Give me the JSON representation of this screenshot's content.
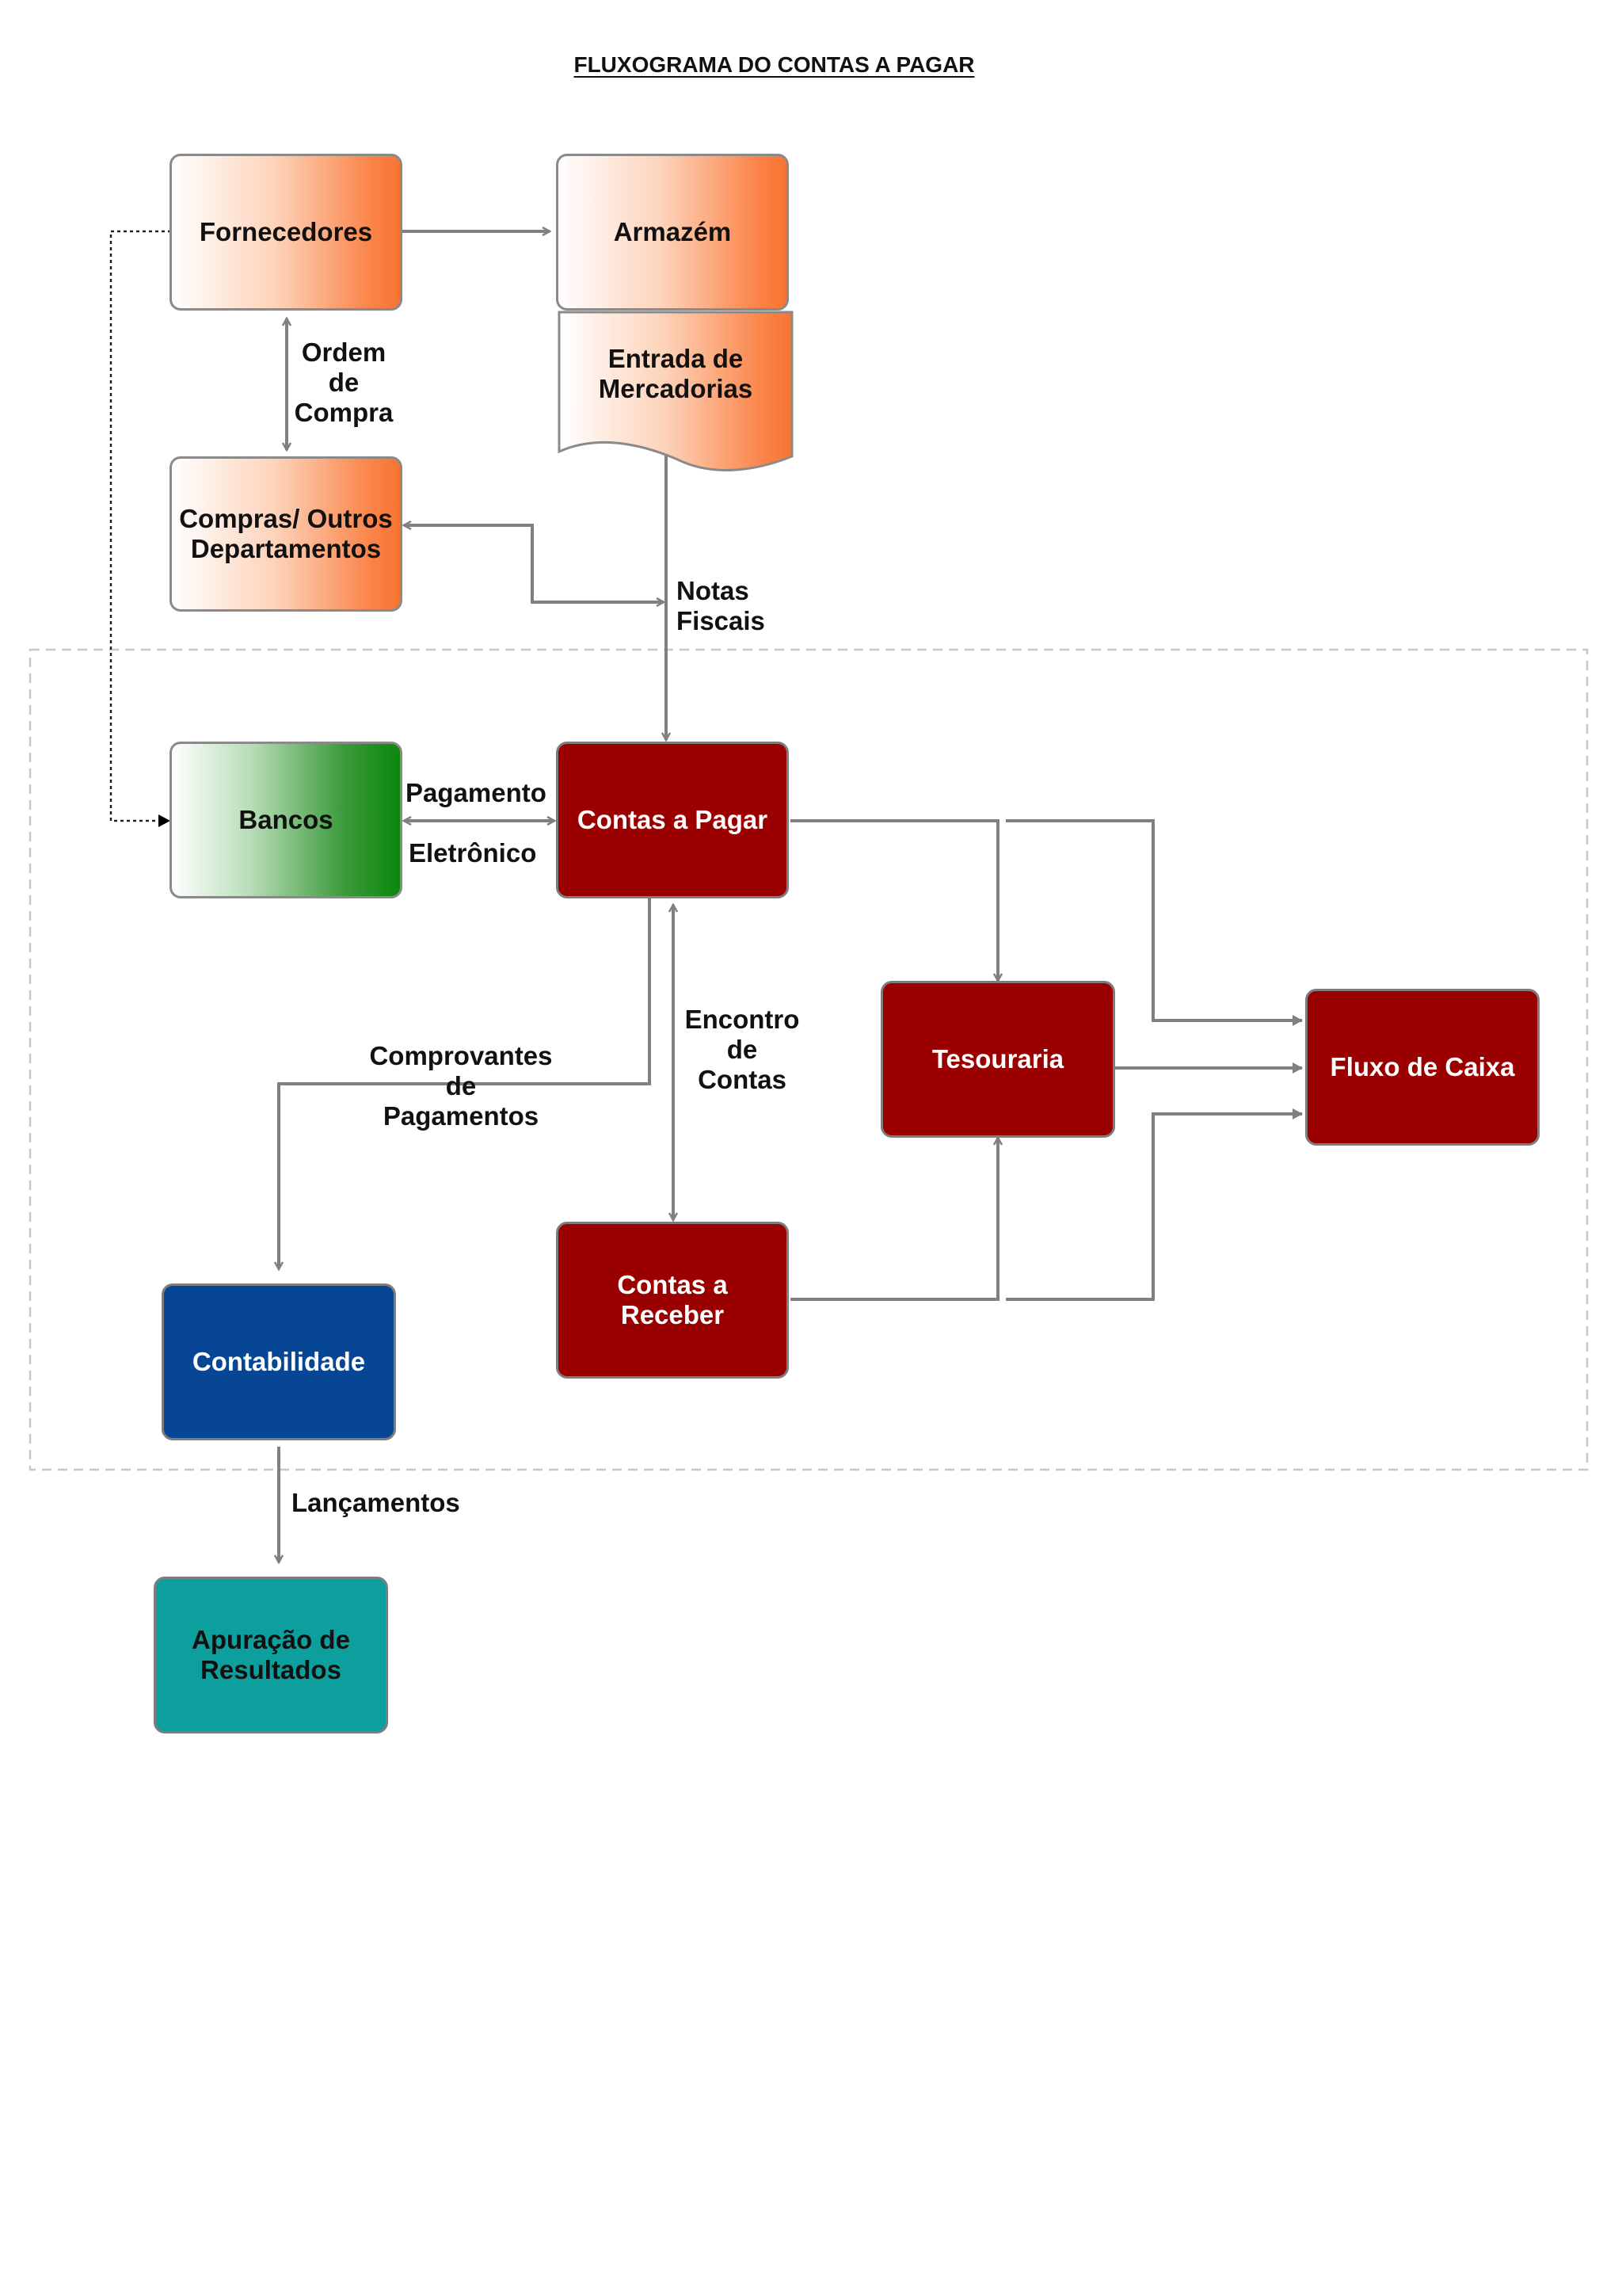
{
  "title": "FLUXOGRAMA DO CONTAS A PAGAR",
  "nodes": {
    "fornecedores": "Fornecedores",
    "armazem": "Armazém",
    "entrada_mercadorias": "Entrada de\nMercadorias",
    "compras": "Compras/ Outros\nDepartamentos",
    "bancos": "Bancos",
    "contas_pagar": "Contas a Pagar",
    "tesouraria": "Tesouraria",
    "fluxo_caixa": "Fluxo de Caixa",
    "contas_receber": "Contas a\nReceber",
    "contabilidade": "Contabilidade",
    "apuracao": "Apuração de\nResultados"
  },
  "labels": {
    "ordem_compra": "Ordem\nde\nCompra",
    "notas_fiscais": "Notas\nFiscais",
    "pagamento": "Pagamento",
    "eletronico": "Eletrônico",
    "encontro_contas": "Encontro\nde\nContas",
    "comprovantes": "Comprovantes\nde\nPagamentos",
    "lancamentos": "Lançamentos"
  },
  "colors": {
    "orange": "#f87432",
    "green": "#0b870b",
    "dark_red": "#9b0000",
    "blue": "#064694",
    "teal": "#0c9f9d",
    "connector": "#808080"
  }
}
